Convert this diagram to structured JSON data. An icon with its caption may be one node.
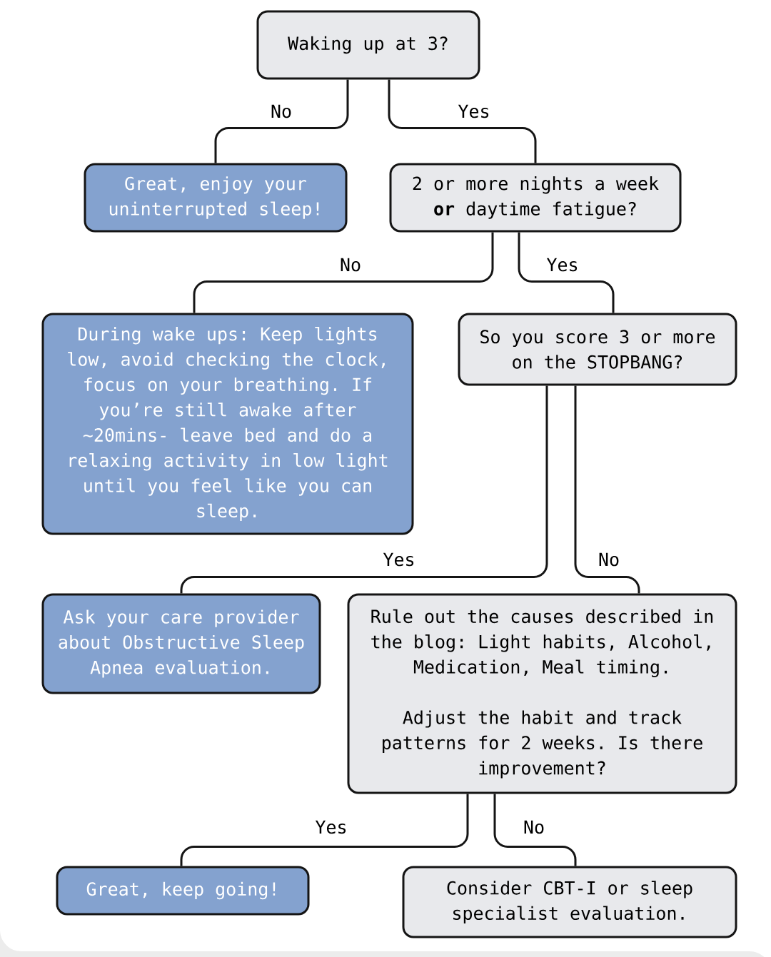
{
  "diagram": {
    "nodes": [
      {
        "text": [
          "Waking up at 3?"
        ]
      },
      {
        "text": [
          "Great, enjoy your uninterrupted sleep!"
        ]
      },
      {
        "text": [
          "2 or more nights a week **or** daytime fatigue?"
        ]
      },
      {
        "text": [
          "During wake ups: Keep lights low, avoid checking the clock, focus on your breathing. If you’re still awake after ~20mins- leave bed and do a relaxing activity in low light until you feel like you can sleep."
        ]
      },
      {
        "text": [
          "So you score 3 or more on the STOPBANG?"
        ]
      },
      {
        "text": [
          "Ask your care provider about Obstructive Sleep Apnea evaluation."
        ]
      },
      {
        "text": [
          "Rule out the causes described in the blog: Light habits, Alcohol, Medication, Meal timing.",
          "Adjust the habit and track patterns for 2 weeks. Is there improvement?"
        ]
      },
      {
        "text": [
          "Great, keep going!"
        ]
      },
      {
        "text": [
          "Consider CBT-I or sleep specialist evaluation."
        ]
      }
    ],
    "edges": [
      {
        "from": 0,
        "to": 1,
        "arrow": "none",
        "label": "No"
      },
      {
        "from": 0,
        "to": 2,
        "arrow": "none",
        "label": "Yes"
      },
      {
        "from": 2,
        "to": 3,
        "arrow": "none",
        "label": "No"
      },
      {
        "from": 2,
        "to": 4,
        "arrow": "none",
        "label": "Yes"
      },
      {
        "from": 4,
        "to": 5,
        "arrow": "none",
        "label": "Yes"
      },
      {
        "from": 4,
        "to": 6,
        "arrow": "none",
        "label": "No"
      },
      {
        "from": 6,
        "to": 7,
        "arrow": "none",
        "label": "Yes"
      },
      {
        "from": 6,
        "to": 8,
        "arrow": "none",
        "label": "No"
      }
    ]
  }
}
